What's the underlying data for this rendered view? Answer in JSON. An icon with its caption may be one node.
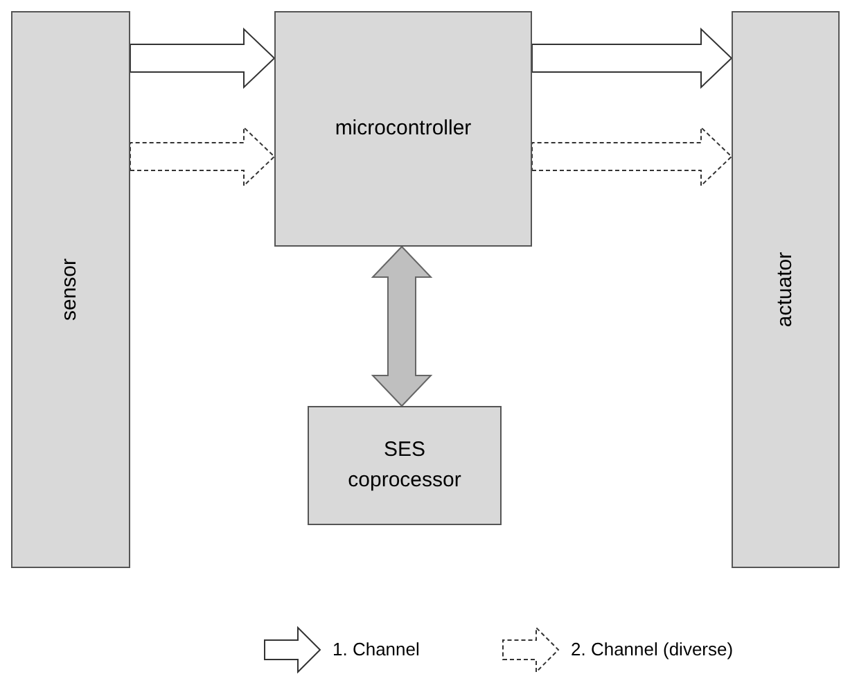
{
  "diagram": {
    "nodes": [
      {
        "text": [
          "sensor"
        ]
      },
      {
        "text": [
          "microcontroller"
        ]
      },
      {
        "text": [
          "actuator"
        ]
      },
      {
        "text": [
          "SES coprocessor"
        ]
      }
    ],
    "edges": [
      {
        "from": 0,
        "to": 1,
        "arrow": "to"
      },
      {
        "from": 0,
        "to": 1,
        "arrow": "to",
        "style": "dashed"
      },
      {
        "from": 1,
        "to": 2,
        "arrow": "to"
      },
      {
        "from": 1,
        "to": 2,
        "arrow": "to",
        "style": "dashed"
      },
      {
        "from": 1,
        "to": 3,
        "arrow": "both",
        "color": "#bfbfbf"
      }
    ],
    "legend": [
      {
        "text": "1. Channel"
      },
      {
        "text": "2. Channel (diverse)"
      }
    ]
  }
}
